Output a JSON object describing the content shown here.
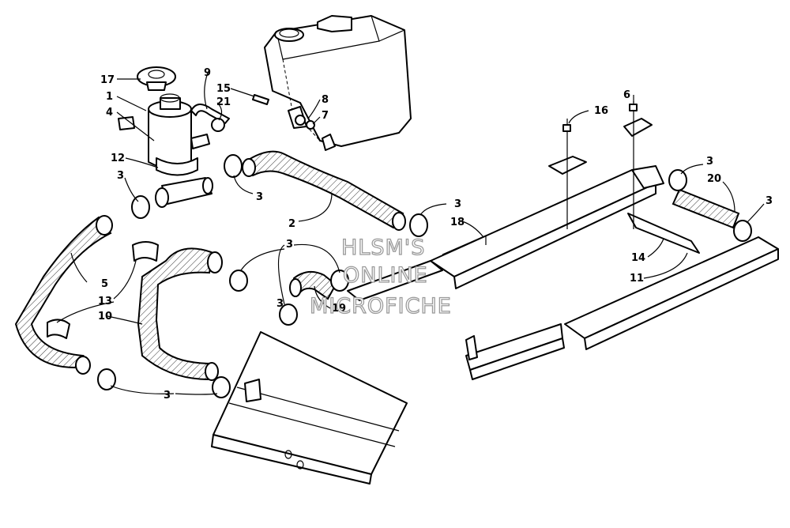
{
  "watermark": {
    "line1": "HLSM'S",
    "line2": "ONLINE",
    "line3": "MICROFICHE"
  },
  "callouts": {
    "c17": "17",
    "c1": "1",
    "c4": "4",
    "c9": "9",
    "c15": "15",
    "c21": "21",
    "c8": "8",
    "c7": "7",
    "c12": "12",
    "c3_a": "3",
    "c3_b": "3",
    "c2": "2",
    "c3_c": "3",
    "c18": "18",
    "c3_d": "3",
    "c3_e": "3",
    "c5": "5",
    "c13": "13",
    "c10": "10",
    "c3_f": "3",
    "c19": "19",
    "c6": "6",
    "c16": "16",
    "c3_g": "3",
    "c20": "20",
    "c3_h": "3",
    "c14": "14",
    "c11": "11"
  }
}
